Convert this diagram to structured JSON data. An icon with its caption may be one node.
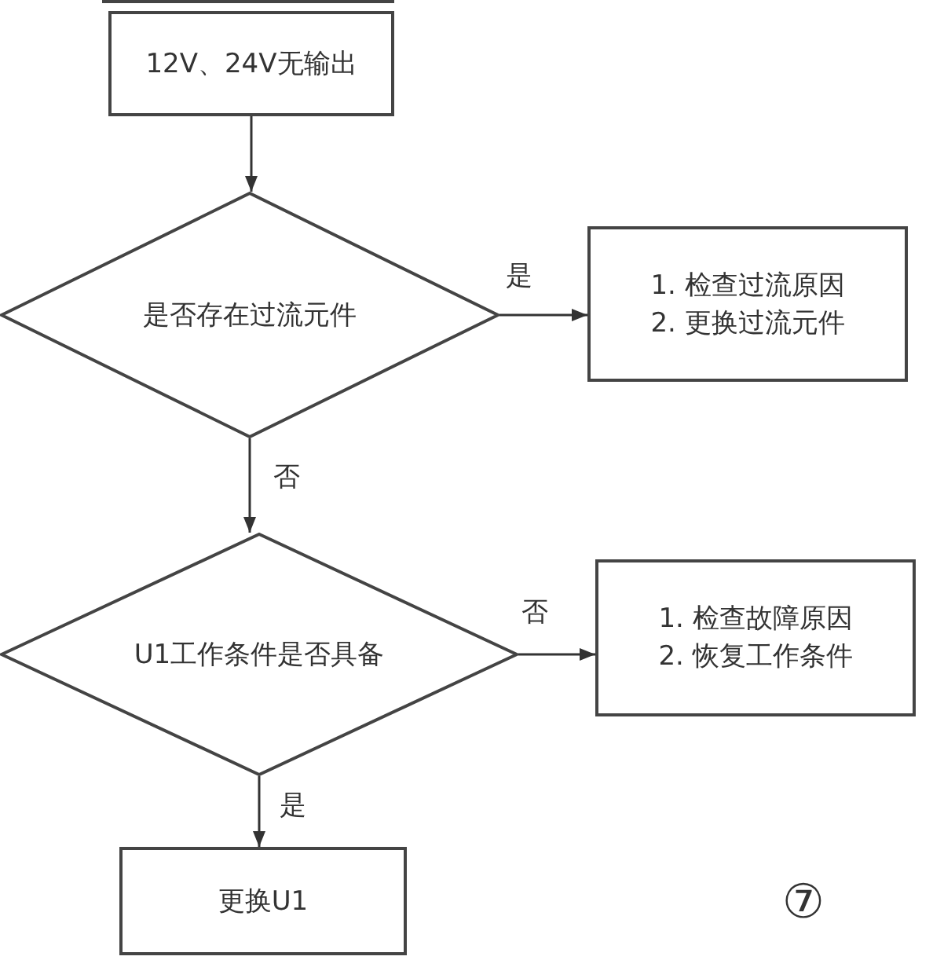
{
  "diagram": {
    "nodes": [
      {
        "text": [],
        "shape": "box"
      },
      {
        "text": [
          "12V、24V无输出"
        ]
      },
      {
        "text": [
          "是否存在过流元件"
        ]
      },
      {
        "text": [
          "1. 检查过流原因",
          "2. 更换过流元件"
        ]
      },
      {
        "text": [
          "U1工作条件是否具备"
        ]
      },
      {
        "text": [
          "1. 检查故障原因",
          "2. 恢复工作条件"
        ]
      },
      {
        "text": [
          "更换U1"
        ]
      }
    ],
    "edges": [
      {
        "from": 1,
        "to": 2,
        "arrow": "to"
      },
      {
        "from": 2,
        "to": 3,
        "arrow": "to",
        "label": "是"
      },
      {
        "from": 2,
        "to": 4,
        "arrow": "to",
        "label": "否"
      },
      {
        "from": 4,
        "to": 5,
        "arrow": "to",
        "label": "否"
      },
      {
        "from": 4,
        "to": 6,
        "arrow": "to",
        "label": "是"
      }
    ],
    "labels": [
      "⑦"
    ]
  }
}
